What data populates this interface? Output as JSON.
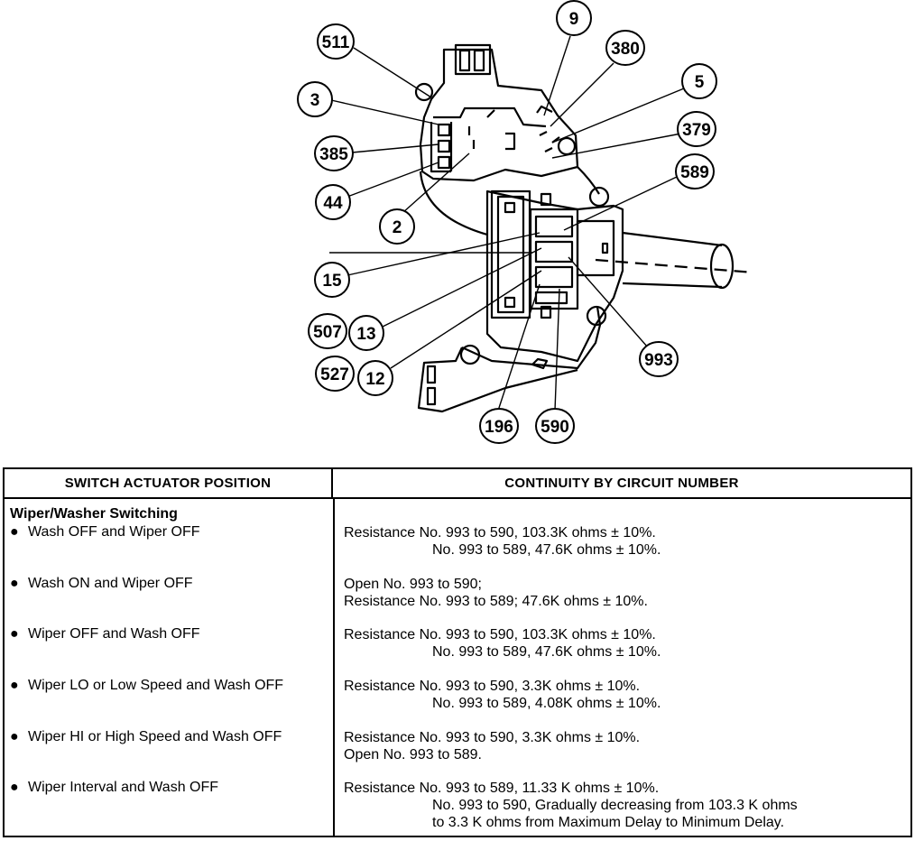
{
  "diagram": {
    "callouts": [
      "511",
      "3",
      "385",
      "44",
      "2",
      "9",
      "380",
      "5",
      "379",
      "589",
      "15",
      "507",
      "13",
      "527",
      "12",
      "993",
      "196",
      "590"
    ]
  },
  "table": {
    "headers": {
      "left": "SWITCH ACTUATOR POSITION",
      "right": "CONTINUITY BY CIRCUIT NUMBER"
    },
    "section_title": "Wiper/Washer Switching",
    "rows": [
      {
        "position": "Wash OFF and Wiper OFF",
        "line1": "Resistance No. 993 to 590, 103.3K ohms ± 10%.",
        "line2": "No. 993 to 589, 47.6K ohms ± 10%."
      },
      {
        "position": "Wash ON and Wiper OFF",
        "line1": "Open No. 993 to 590;",
        "line2": "Resistance No. 993 to 589; 47.6K ohms ± 10%."
      },
      {
        "position": "Wiper OFF and Wash OFF",
        "line1": "Resistance No. 993 to 590, 103.3K ohms ± 10%.",
        "line2": "No. 993 to 589, 47.6K ohms ± 10%."
      },
      {
        "position": "Wiper LO or Low Speed and Wash OFF",
        "line1": "Resistance No. 993 to 590, 3.3K ohms ± 10%.",
        "line2": "No. 993 to 589, 4.08K ohms ± 10%."
      },
      {
        "position": "Wiper HI or High Speed and Wash OFF",
        "line1": "Resistance No. 993 to 590, 3.3K ohms ± 10%.",
        "line2": "Open No. 993 to 589."
      },
      {
        "position": "Wiper Interval and Wash OFF",
        "line1": "Resistance No. 993 to 589, 11.33 K ohms ± 10%.",
        "line2": "No. 993 to 590, Gradually decreasing from 103.3 K ohms",
        "line3": "to 3.3 K ohms from Maximum Delay to Minimum Delay."
      }
    ]
  }
}
